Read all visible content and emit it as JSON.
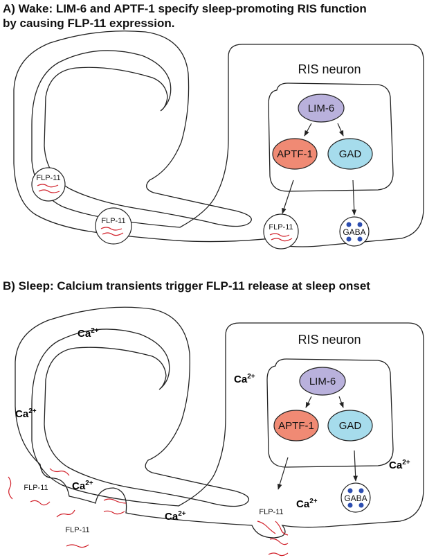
{
  "colors": {
    "wake_body": "#e8f3e4",
    "sleep_body": "#b1d8a8",
    "lim6": "#b9b1dc",
    "aptf1": "#f08a74",
    "gad": "#a6dcec",
    "vesicle_dot": "#2d4eb0",
    "neuropeptide_line": "#d1202a"
  },
  "panel_a": {
    "title_line1": "A) Wake: LIM-6 and APTF-1 specify sleep-promoting RIS function",
    "title_line2": "by causing FLP-11 expression.",
    "neuron_label": "RIS neuron",
    "lim6": "LIM-6",
    "aptf1": "APTF-1",
    "gad": "GAD",
    "flp11": "FLP-11",
    "gaba": "GABA"
  },
  "panel_b": {
    "title": "B) Sleep: Calcium transients trigger FLP-11 release at sleep onset",
    "neuron_label": "RIS neuron",
    "lim6": "LIM-6",
    "aptf1": "APTF-1",
    "gad": "GAD",
    "flp11": "FLP-11",
    "gaba": "GABA",
    "ca_base": "Ca",
    "ca_charge": "2+"
  }
}
